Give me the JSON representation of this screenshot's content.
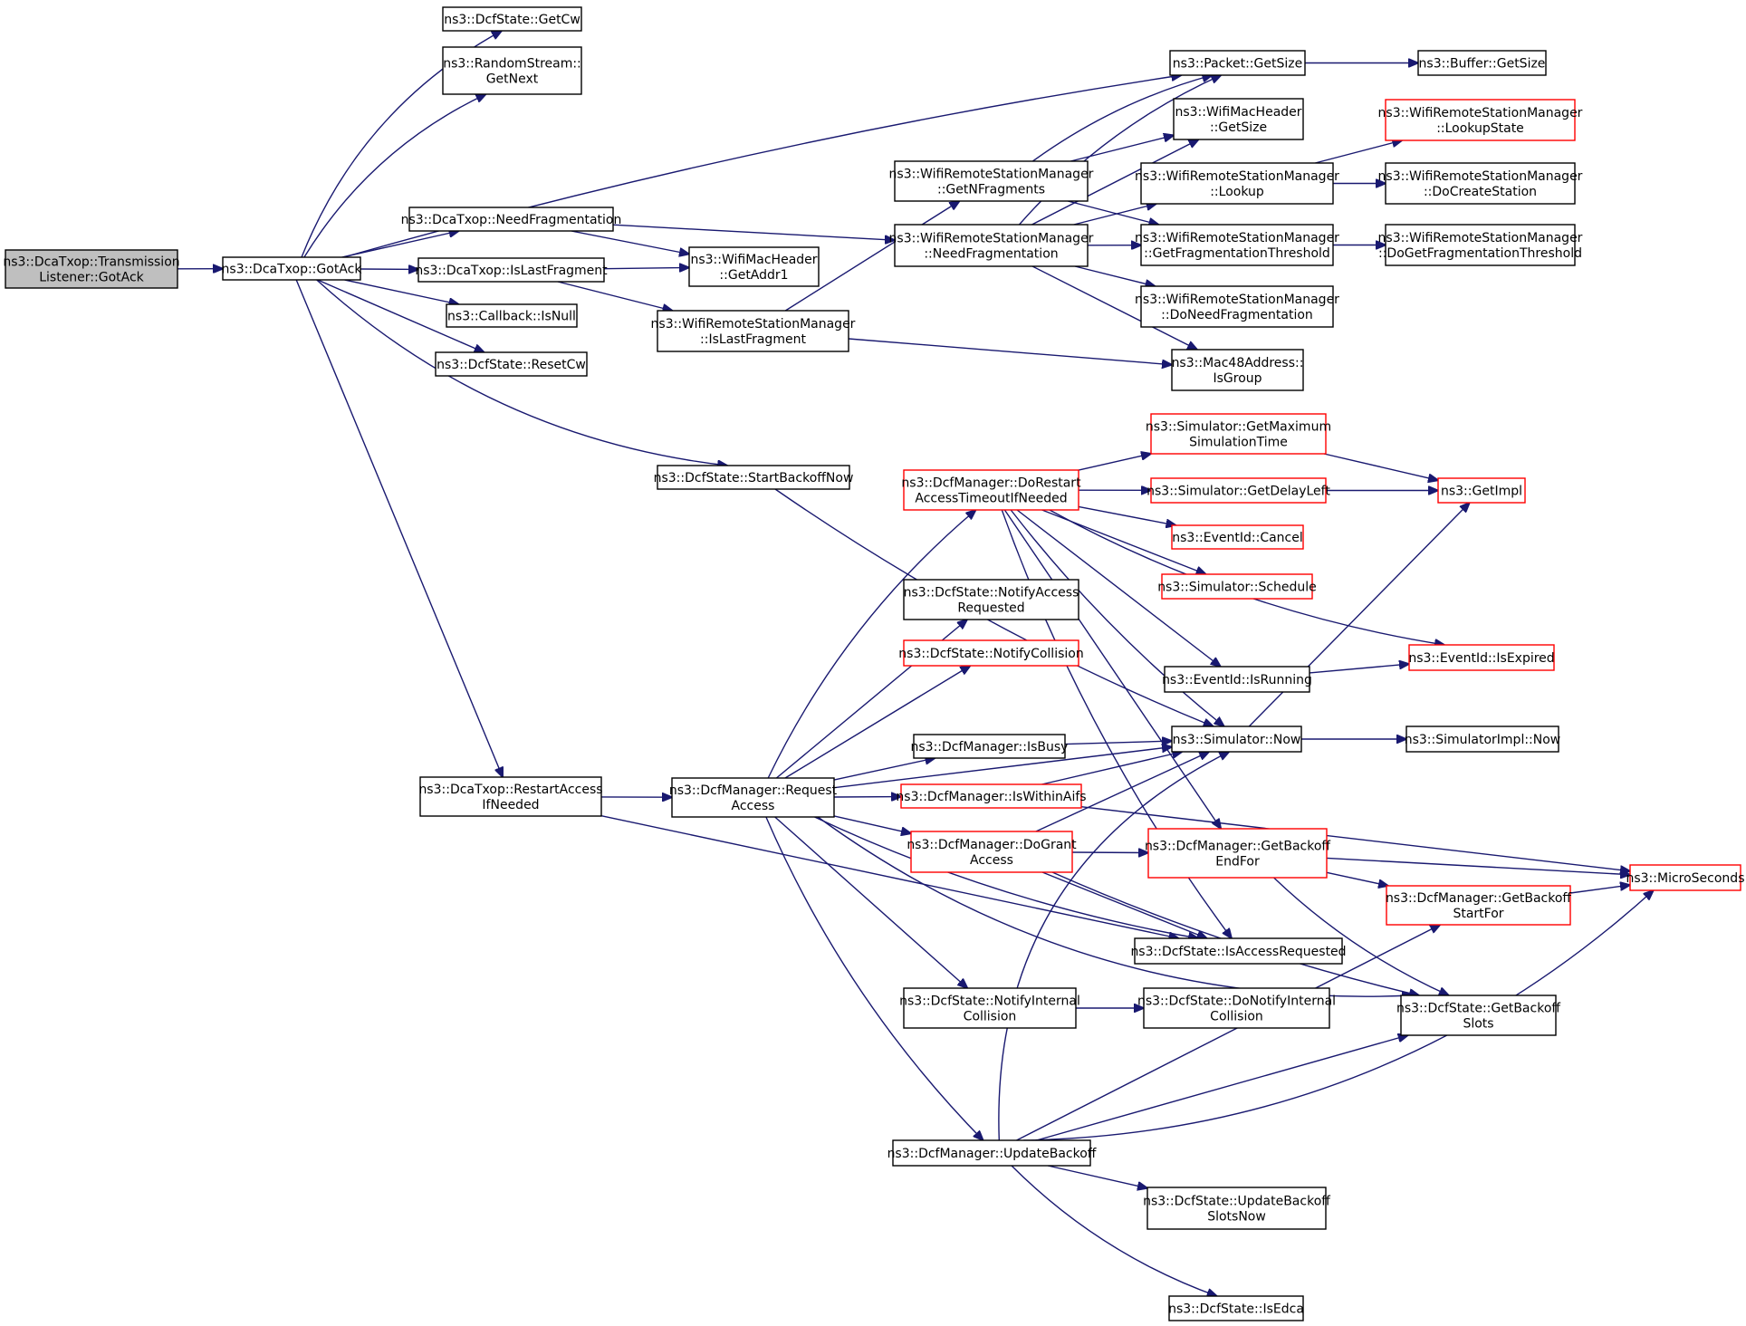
{
  "colors": {
    "edge": "#191970",
    "truncated_border": "#ff0000",
    "normal_border": "#000000",
    "root_fill": "#bfbfbf",
    "background": "#ffffff"
  },
  "nodes": {
    "n0": {
      "lines": [
        "ns3::DcaTxop::Transmission",
        "Listener::GotAck"
      ],
      "style": "root"
    },
    "n1": {
      "lines": [
        "ns3::DcaTxop::GotAck"
      ],
      "style": "normal"
    },
    "n2": {
      "lines": [
        "ns3::DcfState::GetCw"
      ],
      "style": "normal"
    },
    "n3": {
      "lines": [
        "ns3::RandomStream::",
        "GetNext"
      ],
      "style": "normal"
    },
    "n4": {
      "lines": [
        "ns3::Packet::GetSize"
      ],
      "style": "normal"
    },
    "n5": {
      "lines": [
        "ns3::DcaTxop::NeedFragmentation"
      ],
      "style": "normal"
    },
    "n6": {
      "lines": [
        "ns3::DcaTxop::IsLastFragment"
      ],
      "style": "normal"
    },
    "n7": {
      "lines": [
        "ns3::Callback::IsNull"
      ],
      "style": "normal"
    },
    "n8": {
      "lines": [
        "ns3::DcfState::ResetCw"
      ],
      "style": "normal"
    },
    "n9": {
      "lines": [
        "ns3::DcfState::StartBackoffNow"
      ],
      "style": "normal"
    },
    "n10": {
      "lines": [
        "ns3::DcaTxop::RestartAccess",
        "IfNeeded"
      ],
      "style": "normal"
    },
    "n11": {
      "lines": [
        "ns3::WifiMacHeader",
        "::GetAddr1"
      ],
      "style": "normal"
    },
    "n12": {
      "lines": [
        "ns3::WifiRemoteStationManager",
        "::IsLastFragment"
      ],
      "style": "normal"
    },
    "n13": {
      "lines": [
        "ns3::WifiRemoteStationManager",
        "::GetNFragments"
      ],
      "style": "normal"
    },
    "n14": {
      "lines": [
        "ns3::WifiRemoteStationManager",
        "::NeedFragmentation"
      ],
      "style": "normal"
    },
    "n15": {
      "lines": [
        "ns3::Buffer::GetSize"
      ],
      "style": "normal"
    },
    "n16": {
      "lines": [
        "ns3::WifiMacHeader",
        "::GetSize"
      ],
      "style": "normal"
    },
    "n17": {
      "lines": [
        "ns3::WifiRemoteStationManager",
        "::Lookup"
      ],
      "style": "normal"
    },
    "n18": {
      "lines": [
        "ns3::WifiRemoteStationManager",
        "::GetFragmentationThreshold"
      ],
      "style": "normal"
    },
    "n19": {
      "lines": [
        "ns3::WifiRemoteStationManager",
        "::DoNeedFragmentation"
      ],
      "style": "normal"
    },
    "n20": {
      "lines": [
        "ns3::Mac48Address::",
        "IsGroup"
      ],
      "style": "normal"
    },
    "n21": {
      "lines": [
        "ns3::WifiRemoteStationManager",
        "::LookupState"
      ],
      "style": "truncated"
    },
    "n22": {
      "lines": [
        "ns3::WifiRemoteStationManager",
        "::DoCreateStation"
      ],
      "style": "normal"
    },
    "n23": {
      "lines": [
        "ns3::WifiRemoteStationManager",
        "::DoGetFragmentationThreshold"
      ],
      "style": "normal"
    },
    "n24": {
      "lines": [
        "ns3::DcfManager::Request",
        "Access"
      ],
      "style": "normal"
    },
    "n25": {
      "lines": [
        "ns3::DcfManager::DoRestart",
        "AccessTimeoutIfNeeded"
      ],
      "style": "truncated"
    },
    "n26": {
      "lines": [
        "ns3::DcfState::NotifyAccess",
        "Requested"
      ],
      "style": "normal"
    },
    "n27": {
      "lines": [
        "ns3::DcfState::NotifyCollision"
      ],
      "style": "truncated"
    },
    "n28": {
      "lines": [
        "ns3::DcfManager::IsBusy"
      ],
      "style": "normal"
    },
    "n29": {
      "lines": [
        "ns3::DcfManager::IsWithinAifs"
      ],
      "style": "truncated"
    },
    "n30": {
      "lines": [
        "ns3::DcfManager::DoGrant",
        "Access"
      ],
      "style": "truncated"
    },
    "n31": {
      "lines": [
        "ns3::DcfState::NotifyInternal",
        "Collision"
      ],
      "style": "normal"
    },
    "n32": {
      "lines": [
        "ns3::DcfManager::UpdateBackoff"
      ],
      "style": "normal"
    },
    "n33": {
      "lines": [
        "ns3::Simulator::GetMaximum",
        "SimulationTime"
      ],
      "style": "truncated"
    },
    "n34": {
      "lines": [
        "ns3::Simulator::GetDelayLeft"
      ],
      "style": "truncated"
    },
    "n35": {
      "lines": [
        "ns3::EventId::Cancel"
      ],
      "style": "truncated"
    },
    "n36": {
      "lines": [
        "ns3::Simulator::Schedule"
      ],
      "style": "truncated"
    },
    "n37": {
      "lines": [
        "ns3::EventId::IsRunning"
      ],
      "style": "normal"
    },
    "n38": {
      "lines": [
        "ns3::Simulator::Now"
      ],
      "style": "normal"
    },
    "n39": {
      "lines": [
        "ns3::DcfManager::GetBackoff",
        "EndFor"
      ],
      "style": "truncated"
    },
    "n40": {
      "lines": [
        "ns3::DcfState::IsAccessRequested"
      ],
      "style": "normal"
    },
    "n41": {
      "lines": [
        "ns3::DcfState::DoNotifyInternal",
        "Collision"
      ],
      "style": "normal"
    },
    "n42": {
      "lines": [
        "ns3::DcfState::UpdateBackoff",
        "SlotsNow"
      ],
      "style": "normal"
    },
    "n43": {
      "lines": [
        "ns3::DcfState::IsEdca"
      ],
      "style": "normal"
    },
    "n44": {
      "lines": [
        "ns3::GetImpl"
      ],
      "style": "truncated"
    },
    "n45": {
      "lines": [
        "ns3::EventId::IsExpired"
      ],
      "style": "truncated"
    },
    "n46": {
      "lines": [
        "ns3::SimulatorImpl::Now"
      ],
      "style": "normal"
    },
    "n47": {
      "lines": [
        "ns3::DcfManager::GetBackoff",
        "StartFor"
      ],
      "style": "truncated"
    },
    "n48": {
      "lines": [
        "ns3::MicroSeconds"
      ],
      "style": "truncated"
    },
    "n49": {
      "lines": [
        "ns3::DcfState::GetBackoff",
        "Slots"
      ],
      "style": "normal"
    }
  },
  "edges": [
    [
      "n0",
      "n1"
    ],
    [
      "n1",
      "n2"
    ],
    [
      "n1",
      "n3"
    ],
    [
      "n1",
      "n4"
    ],
    [
      "n1",
      "n5"
    ],
    [
      "n1",
      "n6"
    ],
    [
      "n1",
      "n7"
    ],
    [
      "n1",
      "n8"
    ],
    [
      "n1",
      "n9"
    ],
    [
      "n1",
      "n10"
    ],
    [
      "n5",
      "n11"
    ],
    [
      "n5",
      "n14"
    ],
    [
      "n6",
      "n11"
    ],
    [
      "n6",
      "n12"
    ],
    [
      "n12",
      "n13"
    ],
    [
      "n12",
      "n20"
    ],
    [
      "n13",
      "n4"
    ],
    [
      "n13",
      "n16"
    ],
    [
      "n13",
      "n18"
    ],
    [
      "n14",
      "n4"
    ],
    [
      "n14",
      "n16"
    ],
    [
      "n14",
      "n17"
    ],
    [
      "n14",
      "n18"
    ],
    [
      "n14",
      "n19"
    ],
    [
      "n14",
      "n20"
    ],
    [
      "n4",
      "n15"
    ],
    [
      "n17",
      "n21"
    ],
    [
      "n17",
      "n22"
    ],
    [
      "n18",
      "n23"
    ],
    [
      "n9",
      "n38"
    ],
    [
      "n10",
      "n24"
    ],
    [
      "n10",
      "n40"
    ],
    [
      "n24",
      "n25"
    ],
    [
      "n24",
      "n26"
    ],
    [
      "n24",
      "n27"
    ],
    [
      "n24",
      "n38"
    ],
    [
      "n24",
      "n28"
    ],
    [
      "n24",
      "n29"
    ],
    [
      "n24",
      "n30"
    ],
    [
      "n24",
      "n40"
    ],
    [
      "n24",
      "n31"
    ],
    [
      "n24",
      "n32"
    ],
    [
      "n24",
      "n49"
    ],
    [
      "n25",
      "n33"
    ],
    [
      "n25",
      "n34"
    ],
    [
      "n25",
      "n35"
    ],
    [
      "n25",
      "n36"
    ],
    [
      "n25",
      "n37"
    ],
    [
      "n25",
      "n45"
    ],
    [
      "n25",
      "n38"
    ],
    [
      "n25",
      "n39"
    ],
    [
      "n25",
      "n40"
    ],
    [
      "n28",
      "n38"
    ],
    [
      "n29",
      "n38"
    ],
    [
      "n29",
      "n48"
    ],
    [
      "n30",
      "n38"
    ],
    [
      "n30",
      "n39"
    ],
    [
      "n30",
      "n40"
    ],
    [
      "n30",
      "n49"
    ],
    [
      "n31",
      "n41"
    ],
    [
      "n32",
      "n38"
    ],
    [
      "n32",
      "n47"
    ],
    [
      "n32",
      "n49"
    ],
    [
      "n32",
      "n42"
    ],
    [
      "n32",
      "n48"
    ],
    [
      "n32",
      "n43"
    ],
    [
      "n33",
      "n44"
    ],
    [
      "n34",
      "n44"
    ],
    [
      "n37",
      "n45"
    ],
    [
      "n38",
      "n44"
    ],
    [
      "n38",
      "n46"
    ],
    [
      "n39",
      "n48"
    ],
    [
      "n39",
      "n47"
    ],
    [
      "n39",
      "n49"
    ],
    [
      "n47",
      "n48"
    ]
  ]
}
